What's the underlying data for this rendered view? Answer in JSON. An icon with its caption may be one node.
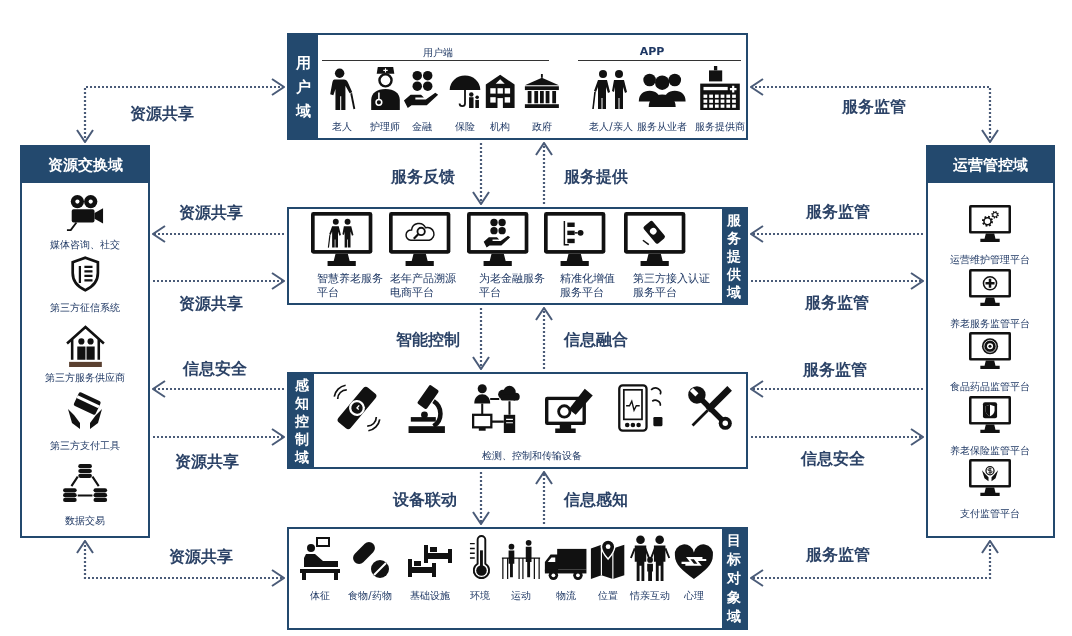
{
  "diagram": {
    "nodes": [
      {
        "text": [
          "用户域",
          "用户端",
          "老人",
          "护理师",
          "金融",
          "保险",
          "机构",
          "政府",
          "APP",
          "老人/亲人",
          "服务从业者",
          "服务提供商"
        ]
      },
      {
        "text": [
          "资源交换域",
          "媒体咨询、社交",
          "第三方征信系统",
          "第三方服务供应商",
          "第三方支付工具",
          "数据交易"
        ]
      },
      {
        "text": [
          "运营管控域",
          "运营维护管理平台",
          "养老服务监管平台",
          "食品药品监管平台",
          "养老保险监管平台",
          "支付监管平台"
        ]
      },
      {
        "text": [
          "智慧养老服务平台",
          "老年产品溯源电商平台",
          "为老金融服务平台",
          "精准化增值服务平台",
          "第三方接入认证服务平台",
          "服务提供域"
        ]
      },
      {
        "text": [
          "感知控制域",
          "检测、控制和传输设备"
        ]
      },
      {
        "text": [
          "体征",
          "食物/药物",
          "基础设施",
          "环境",
          "运动",
          "物流",
          "位置",
          "情亲互动",
          "心理",
          "目标对象域"
        ]
      }
    ],
    "edges": [
      {
        "from": 1,
        "to": 0,
        "arrow": "both",
        "label": "资源共享"
      },
      {
        "from": 2,
        "to": 0,
        "arrow": "both",
        "label": "服务监管"
      },
      {
        "from": 0,
        "to": 3,
        "arrow": "to",
        "label": "服务反馈"
      },
      {
        "from": 3,
        "to": 0,
        "arrow": "to",
        "label": "服务提供"
      },
      {
        "from": 3,
        "to": 1,
        "arrow": "to",
        "label": "资源共享"
      },
      {
        "from": 2,
        "to": 3,
        "arrow": "to",
        "label": "服务监管"
      },
      {
        "from": 1,
        "to": 3,
        "arrow": "to",
        "label": "资源共享"
      },
      {
        "from": 3,
        "to": 2,
        "arrow": "to",
        "label": "服务监管"
      },
      {
        "from": 3,
        "to": 4,
        "arrow": "to",
        "label": "智能控制"
      },
      {
        "from": 4,
        "to": 3,
        "arrow": "to",
        "label": "信息融合"
      },
      {
        "from": 4,
        "to": 1,
        "arrow": "to",
        "label": "信息安全"
      },
      {
        "from": 2,
        "to": 4,
        "arrow": "to",
        "label": "服务监管"
      },
      {
        "from": 1,
        "to": 4,
        "arrow": "to",
        "label": "资源共享"
      },
      {
        "from": 4,
        "to": 2,
        "arrow": "to",
        "label": "信息安全"
      },
      {
        "from": 4,
        "to": 5,
        "arrow": "to",
        "label": "设备联动"
      },
      {
        "from": 5,
        "to": 4,
        "arrow": "to",
        "label": "信息感知"
      },
      {
        "from": 1,
        "to": 5,
        "arrow": "both",
        "label": "资源共享"
      },
      {
        "from": 2,
        "to": 5,
        "arrow": "both",
        "label": "服务监管"
      }
    ]
  }
}
